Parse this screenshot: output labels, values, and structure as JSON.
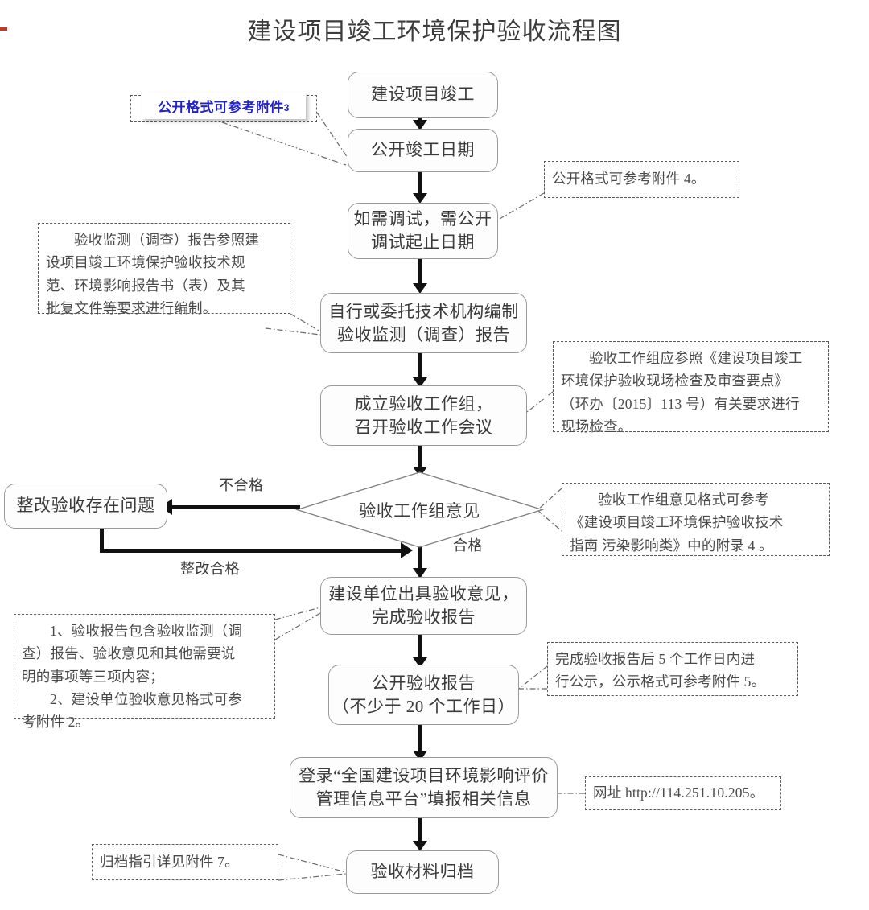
{
  "page": {
    "title": "建设项目竣工环境保护验收流程图"
  },
  "nodes": {
    "completion": {
      "label": "建设项目竣工"
    },
    "publish_date": {
      "label": "公开竣工日期"
    },
    "commissioning": {
      "line1": "如需调试，需公开",
      "line2": "调试起止日期"
    },
    "report": {
      "line1": "自行或委托技术机构编制",
      "line2": "验收监测（调查）报告"
    },
    "workgroup": {
      "line1": "成立验收工作组，",
      "line2": "召开验收工作会议"
    },
    "decision": {
      "label": "验收工作组意见"
    },
    "rectify": {
      "label": "整改验收存在问题"
    },
    "opinion": {
      "line1": "建设单位出具验收意见，",
      "line2": "完成验收报告"
    },
    "publish_report": {
      "line1": "公开验收报告",
      "line2": "（不少于 20 个工作日）"
    },
    "platform": {
      "line1": "登录“全国建设项目环境影响评价",
      "line2": "管理信息平台”填报相关信息"
    },
    "archive": {
      "label": "验收材料归档"
    }
  },
  "edges": {
    "fail": "不合格",
    "pass": "合格",
    "rectify_ok": "整改合格"
  },
  "notes": {
    "attachment3": {
      "text": "公开格式可参考附件",
      "superscript": "3"
    },
    "attachment4": {
      "text": "公开格式可参考附件 4。"
    },
    "report_basis": {
      "line1": "验收监测（调查）报告参照建",
      "line2": "设项目竣工环境保护验收技术规",
      "line3": "范、环境影响报告书（表）及其",
      "line4": "批复文件等要求进行编制。"
    },
    "site_check": {
      "line1": "验收工作组应参照《建设项目竣工",
      "line2": "环境保护验收现场检查及审查要点》",
      "line3": "（环办〔2015〕113 号）有关要求进行",
      "line4": "现场检查。"
    },
    "opinion_format": {
      "line1": "验收工作组意见格式可参考",
      "line2": "《建设项目竣工环境保护验收技术",
      "line3": "指南 污染影响类》中的附录 4 。"
    },
    "report_contents": {
      "line1": "1、验收报告包含验收监测（调",
      "line2": "查）报告、验收意见和其他需要说",
      "line3": "明的事项等三项内容；",
      "line4": "2、建设单位验收意见格式可参",
      "line5": "考附件 2。"
    },
    "publicity": {
      "line1": "完成验收报告后 5 个工作日内进",
      "line2": "行公示，公示格式可参考附件 5。"
    },
    "website": {
      "text": "网址 http://114.251.10.205。"
    },
    "archive_guide": {
      "text": "归档指引详见附件 7。"
    }
  },
  "colors": {
    "note_blue": "#2222cc",
    "node_border": "#9a9a9a",
    "connector": "#111111"
  }
}
